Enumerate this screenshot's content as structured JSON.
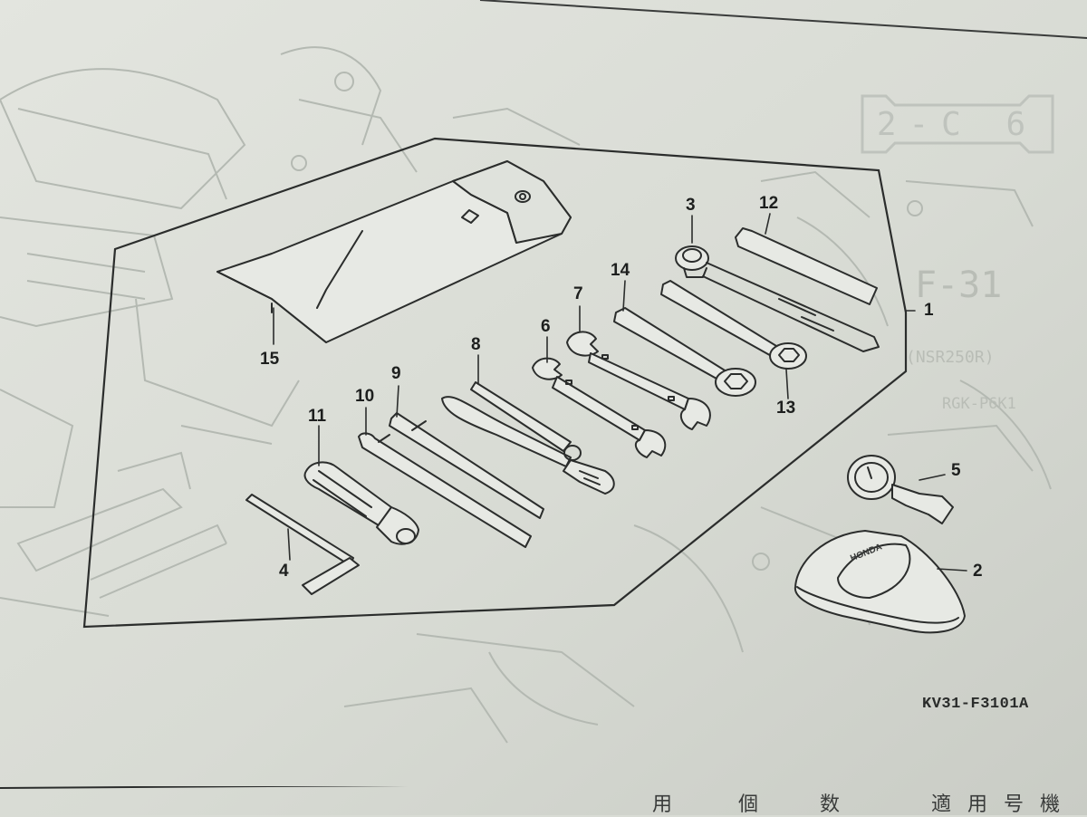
{
  "reference_badge": "2-C 6",
  "ghost_texts": {
    "model_code": "F-31",
    "model_note": "(NSR250R)",
    "frame_note": "RGK-P6K1"
  },
  "callouts": [
    {
      "id": "1",
      "label": "1"
    },
    {
      "id": "2",
      "label": "2"
    },
    {
      "id": "3",
      "label": "3"
    },
    {
      "id": "4",
      "label": "4"
    },
    {
      "id": "5",
      "label": "5"
    },
    {
      "id": "6",
      "label": "6"
    },
    {
      "id": "7",
      "label": "7"
    },
    {
      "id": "8",
      "label": "8"
    },
    {
      "id": "9",
      "label": "9"
    },
    {
      "id": "10",
      "label": "10"
    },
    {
      "id": "11",
      "label": "11"
    },
    {
      "id": "12",
      "label": "12"
    },
    {
      "id": "13",
      "label": "13"
    },
    {
      "id": "14",
      "label": "14"
    },
    {
      "id": "15",
      "label": "15"
    }
  ],
  "figure_code": "KV31-F3101A",
  "pouch_logo": "HONDA",
  "footer_headers": {
    "col_a": "用",
    "col_b": "個",
    "col_c": "数",
    "col_d": "適用号機"
  },
  "colors": {
    "paper": "#d9dcd5",
    "line": "#2b2d2c",
    "ghost_line": "#b4b9b2"
  }
}
